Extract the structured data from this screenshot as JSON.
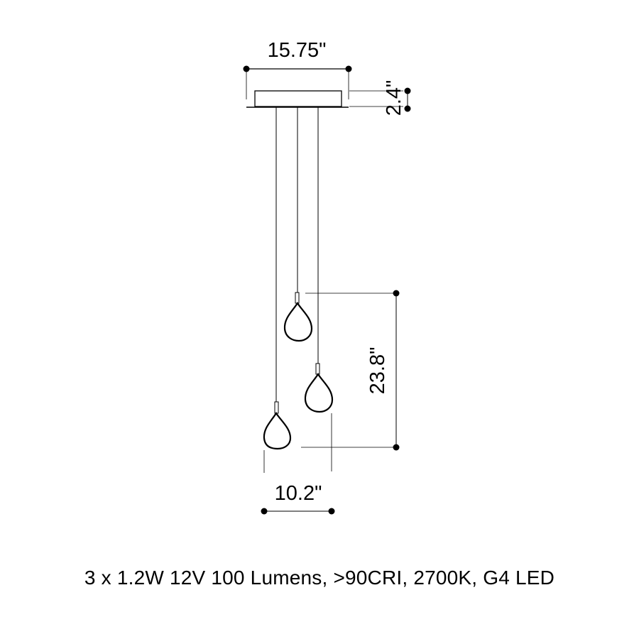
{
  "dimensions": {
    "canopy_width": "15.75\"",
    "canopy_height": "2.4\"",
    "drop_height": "23.8\"",
    "spread_width": "10.2\""
  },
  "spec_text": "3 x 1.2W 12V 100 Lumens, >90CRI, 2700K, G4 LED",
  "colors": {
    "line": "#000000",
    "pendant_fill": "#ffffff"
  },
  "pendants": {
    "count": 3,
    "shape": "teardrop"
  }
}
